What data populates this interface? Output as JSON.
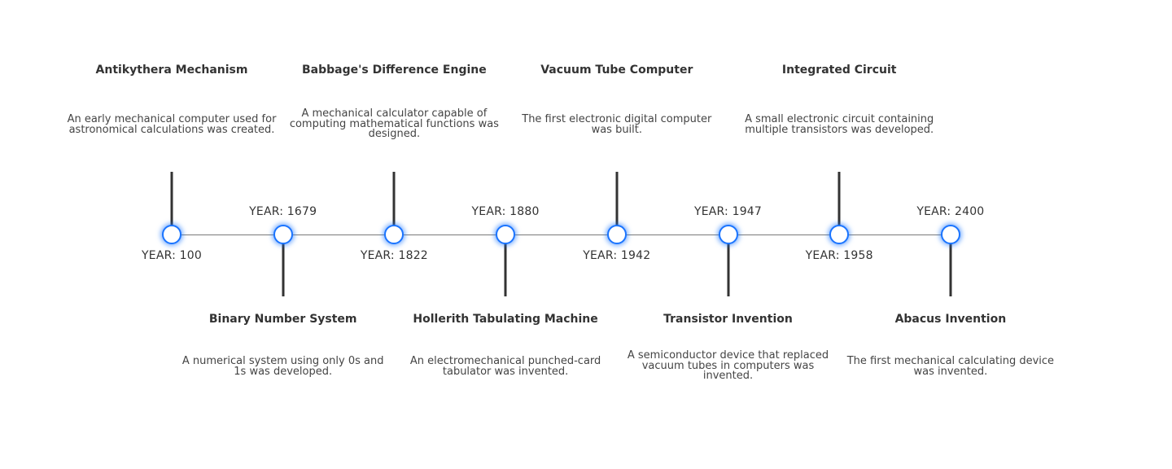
{
  "colors": {
    "node_border": "#1a74ff",
    "stem": "#333333",
    "axis": "#7a7a7a",
    "text": "#333333"
  },
  "events": [
    {
      "year": "YEAR: 100",
      "title": "Antikythera Mechanism",
      "description": "An early mechanical computer used for astronomical calculations was created.",
      "side": "above"
    },
    {
      "year": "YEAR: 1679",
      "title": "Binary Number System",
      "description": "A numerical system using only 0s and 1s was developed.",
      "side": "below"
    },
    {
      "year": "YEAR: 1822",
      "title": "Babbage's Difference Engine",
      "description": "A mechanical calculator capable of computing mathematical functions was designed.",
      "side": "above"
    },
    {
      "year": "YEAR: 1880",
      "title": "Hollerith Tabulating Machine",
      "description": "An electromechanical punched-card tabulator was invented.",
      "side": "below"
    },
    {
      "year": "YEAR: 1942",
      "title": "Vacuum Tube Computer",
      "description": "The first electronic digital computer was built.",
      "side": "above"
    },
    {
      "year": "YEAR: 1947",
      "title": "Transistor Invention",
      "description": "A semiconductor device that replaced vacuum tubes in computers was invented.",
      "side": "below"
    },
    {
      "year": "YEAR: 1958",
      "title": "Integrated Circuit",
      "description": "A small electronic circuit containing multiple transistors was developed.",
      "side": "above"
    },
    {
      "year": "YEAR: 2400",
      "title": "Abacus Invention",
      "description": "The first mechanical calculating device was invented.",
      "side": "below"
    }
  ]
}
